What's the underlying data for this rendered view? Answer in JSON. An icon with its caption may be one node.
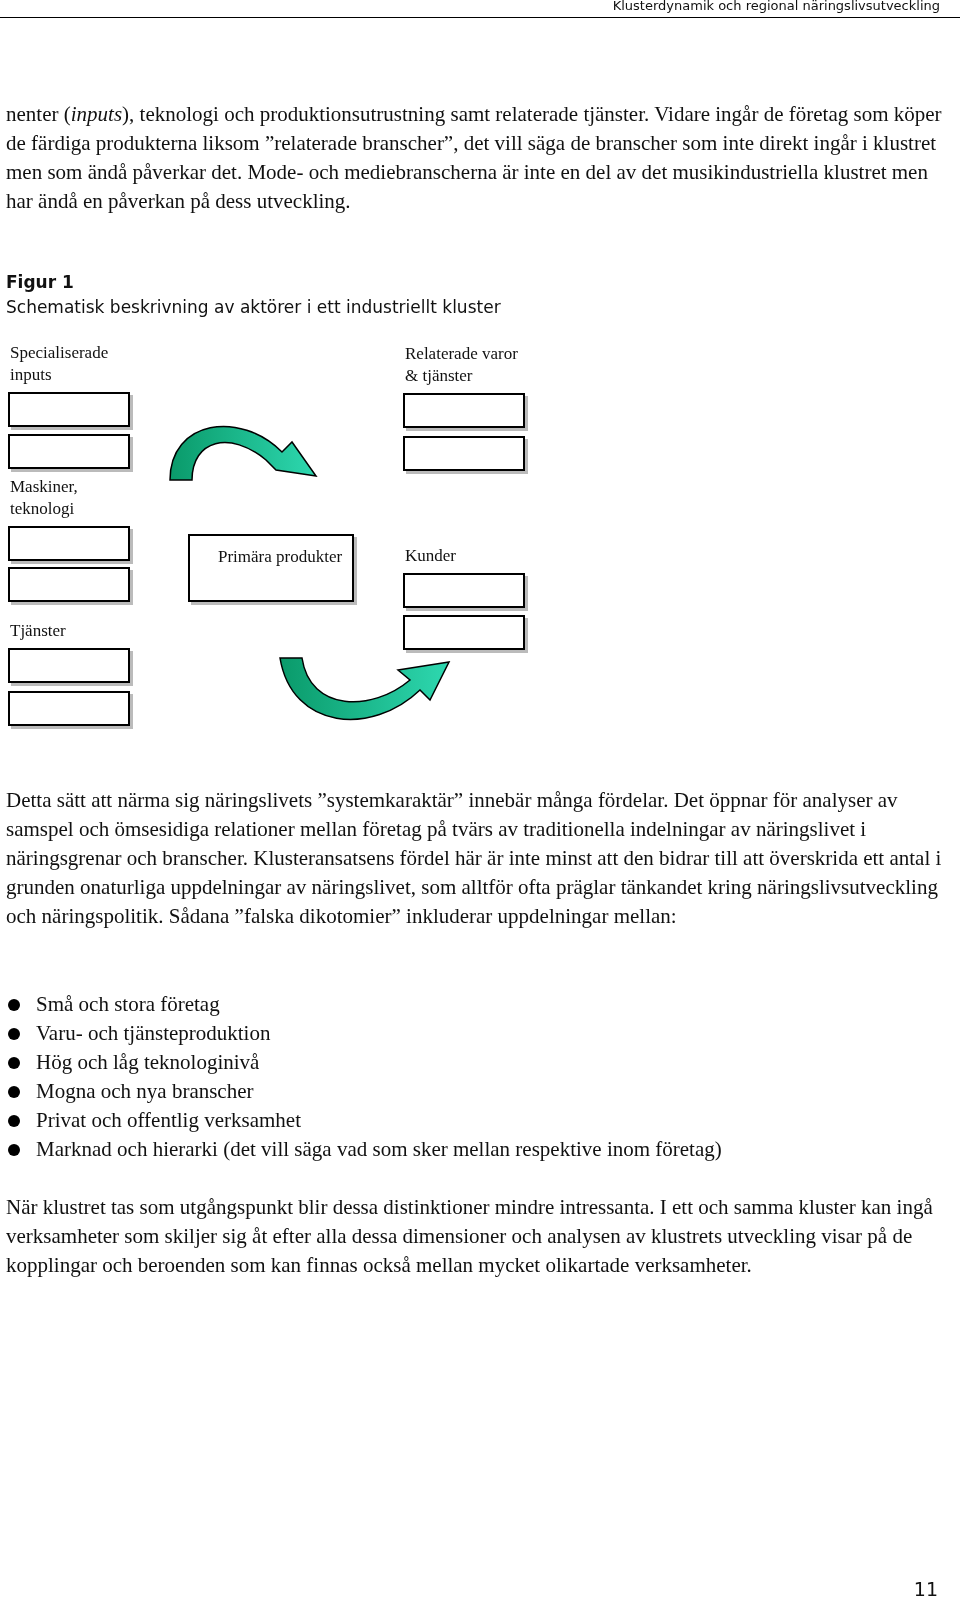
{
  "diagram": {
    "title": "Figur 1",
    "caption": "Schematisk beskrivning av aktörer i ett industriellt kluster",
    "nodes": [
      {
        "text": [],
        "shape": "box",
        "beside": [
          "Specialiserade inputs"
        ]
      },
      {
        "text": [],
        "shape": "box"
      },
      {
        "text": [],
        "shape": "box",
        "beside": [
          "Maskiner, teknologi"
        ]
      },
      {
        "text": [],
        "shape": "box"
      },
      {
        "text": [],
        "shape": "box",
        "beside": [
          "Tjänster"
        ]
      },
      {
        "text": [],
        "shape": "box"
      },
      {
        "text": [
          "Primära produkter"
        ]
      },
      {
        "text": [],
        "shape": "box",
        "beside": [
          "Relaterade varor & tjänster"
        ]
      },
      {
        "text": [],
        "shape": "box"
      },
      {
        "text": [],
        "shape": "box",
        "beside": [
          "Kunder"
        ]
      },
      {
        "text": [],
        "shape": "box"
      }
    ],
    "edges": [],
    "labels": [
      "Klusterdynamik och regional näringslivsutveckling",
      "nenter (*inputs*), teknologi och produktionsutrustning samt relaterade tjänster. Vidare ingår de företag som köper de färdiga produkterna liksom ”relaterade branscher”, det vill säga de branscher som inte direkt ingår i klustret men som ändå påverkar det. Mode- och mediebranscherna är inte en del av det musikindustriella klustret men har ändå en påverkan på dess utveckling.",
      "Detta sätt att närma sig näringslivets ”systemkaraktär” innebär många fördelar. Det öppnar för analyser av samspel och ömsesidiga relationer mellan företag på tvärs av traditionella indelningar av näringslivet i näringsgrenar och branscher. Klusteransatsens fördel här är inte minst att den bidrar till att överskrida ett antal i grunden onaturliga uppdelningar av näringslivet, som alltför ofta präglar tänkandet kring näringslivsutveckling och näringspolitik. Sådana ”falska dikotomier” inkluderar uppdelningar mellan:",
      "Små och stora företag",
      "Varu- och tjänsteproduktion",
      "Hög och låg teknologinivå",
      "Mogna och nya branscher",
      "Privat och offentlig verksamhet",
      "Marknad och hierarki (det vill säga vad som sker mellan respektive inom företag)",
      "När klustret tas som utgångspunkt blir dessa distinktioner mindre intressanta. I ett och samma kluster kan ingå verksamheter som skiljer sig åt efter alla dessa dimensioner och analysen av klustrets utveckling visar på de kopplingar och beroenden som kan finnas också mellan mycket olikartade verksamheter.",
      "11"
    ]
  }
}
